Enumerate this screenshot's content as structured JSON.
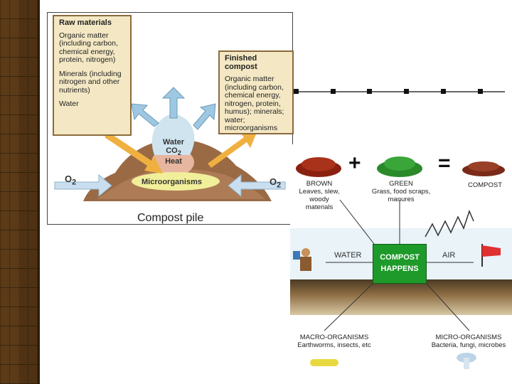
{
  "pile": {
    "raw_title": "Raw materials",
    "raw_organic": "Organic matter (including carbon, chemical energy, protein, nitrogen)",
    "raw_minerals": "Minerals (including nitrogen and other nutrients)",
    "raw_water": "Water",
    "finished_title": "Finished compost",
    "finished_text": "Organic matter (including carbon, chemical energy, nitrogen, protein, humus); minerals; water; microorganisms",
    "gas_water": "Water",
    "gas_co2": "CO",
    "gas_co2_sub": "2",
    "gas_heat": "Heat",
    "o2_left": "O",
    "o2_left_sub": "2",
    "o2_right": "O",
    "o2_right_sub": "2",
    "microorganisms": "Microorganisms",
    "pile_label": "Compost pile"
  },
  "happens": {
    "brown_title": "BROWN",
    "brown_desc": "Leaves, slew, woody materials",
    "green_title": "GREEN",
    "green_desc": "Grass, food scraps, manures",
    "compost_title": "COMPOST",
    "plus": "+",
    "equals": "=",
    "water": "WATER",
    "air": "AIR",
    "center_line1": "COMPOST",
    "center_line2": "HAPPENS",
    "macro_title": "MACRO-ORGANISMS",
    "macro_desc": "Earthworms, insects, etc",
    "micro_title": "MICRO-ORGANISMS",
    "micro_desc": "Bacteria, fungi, microbes"
  }
}
